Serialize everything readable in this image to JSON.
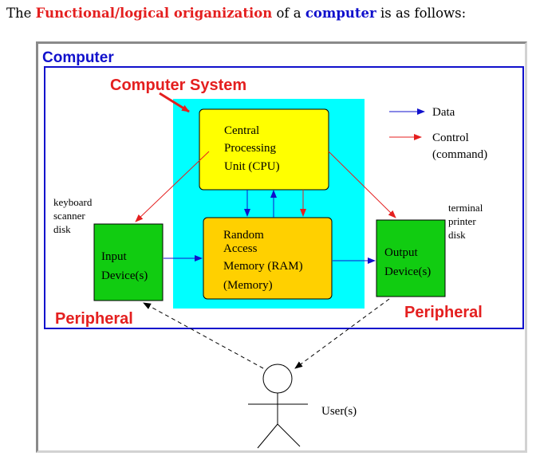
{
  "heading": {
    "prefix": "The ",
    "highlight_red": "Functional/logical origanization",
    "middle": " of a ",
    "highlight_blue": "computer",
    "suffix": " is as follows:"
  },
  "diagram": {
    "computer_label": "Computer",
    "system_label": "Computer System",
    "cpu": [
      "Central",
      "Processing",
      "Unit (CPU)"
    ],
    "ram": [
      "Random",
      "Access",
      "Memory (RAM)",
      "(Memory)"
    ],
    "input_device": [
      "Input",
      "Device(s)"
    ],
    "output_device": [
      "Output",
      "Device(s)"
    ],
    "input_examples": [
      "keyboard",
      "scanner",
      "disk"
    ],
    "output_examples": [
      "terminal",
      "printer",
      "disk"
    ],
    "peripheral_left": "Peripheral",
    "peripheral_right": "Peripheral",
    "legend_data": "Data",
    "legend_control": [
      "Control",
      "(command)"
    ],
    "user_label": "User(s)"
  },
  "colors": {
    "red": "#e41f1f",
    "blue": "#1010cc",
    "cyan": "#00ffff",
    "yellow": "#ffff00",
    "gold": "#ffd000",
    "green": "#11cc11"
  }
}
